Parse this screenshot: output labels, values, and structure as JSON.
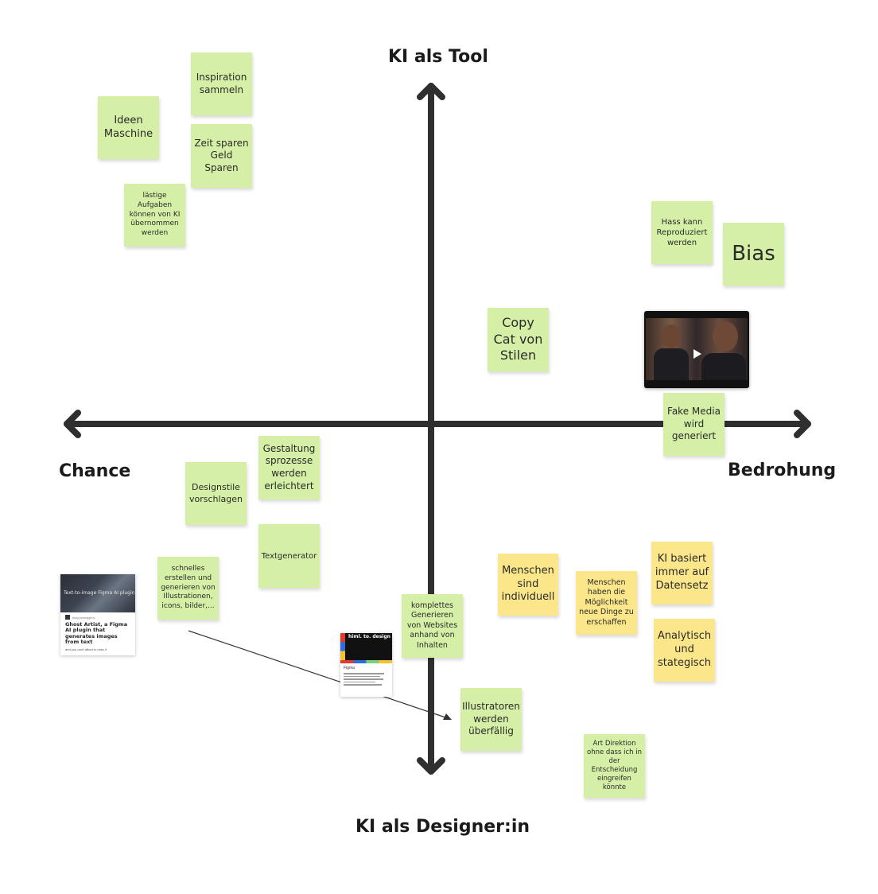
{
  "axes": {
    "top": "KI als Tool",
    "bottom": "KI als Designer:in",
    "left": "Chance",
    "right": "Bedrohung"
  },
  "colors": {
    "green_note": "#d5f0a6",
    "yellow_note": "#fbe68a",
    "axis": "#2f2f2f"
  },
  "notes": {
    "inspiration": "Inspiration sammeln",
    "ideen": "Ideen Maschine",
    "zeit": "Zeit sparen Geld Sparen",
    "laestige": "lästige Aufgaben können von KI übernommen werden",
    "hass": "Hass kann Reproduziert werden",
    "bias": "Bias",
    "copycat": "Copy Cat von Stilen",
    "fakemedia": "Fake Media wird generiert",
    "gestaltung": "Gestaltung sprozesse werden erleichtert",
    "designstile": "Designstile vorschlagen",
    "textgenerator": "Textgenerator",
    "schnelles": "schnelles erstellen und generieren von Illustrationen, icons, bilder,...",
    "komplettes": "komplettes Generieren von Websites anhand von Inhalten",
    "illustratoren": "Illustratoren werden überfällig",
    "menschen_individuell": "Menschen sind individuell",
    "menschen_moeglichkeit": "Menschen haben die Möglichkeit neue Dinge zu erschaffen",
    "datensetz": "KI basiert immer auf Datensetz",
    "analytisch": "Analytisch und stategisch",
    "art_direktion": "Art Direktion ohne dass ich in der Entscheidung eingreifen könnte"
  },
  "cards": {
    "ghost": {
      "thumb_text": "Text-to-image Figma AI plugin",
      "source": "blog.prototypr.io",
      "title": "Ghost Artist, a Figma AI plugin that generates images from text",
      "desc": "and you can't afford to miss it"
    },
    "himl": {
      "thumb_text": "himl. to. design",
      "label": "Figma"
    }
  },
  "video": {
    "icon": "play-icon"
  }
}
